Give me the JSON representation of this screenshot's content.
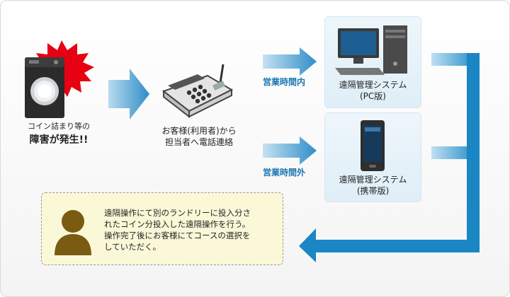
{
  "step1": {
    "caption": "コイン詰まり等の",
    "headline": "障害が発生!!"
  },
  "step2": {
    "line1": "お客様(利用者)から",
    "line2": "担当者へ電話連絡"
  },
  "routes": {
    "business_hours": "営業時間内",
    "after_hours": "営業時間外"
  },
  "system_pc": {
    "title": "遠隔管理システム",
    "subtitle": "(PC版)"
  },
  "system_mobile": {
    "title": "遠隔管理システム",
    "subtitle": "(携帯版)"
  },
  "note": {
    "lines": [
      "遠隔操作にて別のランドリーに投入分さ",
      "れたコイン分投入した遠隔操作を行う。",
      "操作完了後にお客様にてコースの選択を",
      "していただく。"
    ]
  },
  "colors": {
    "accent_blue": "#1c77b3",
    "burst_red": "#e60012",
    "note_bg": "#fbf8d8",
    "person_brown": "#7a5b12"
  }
}
